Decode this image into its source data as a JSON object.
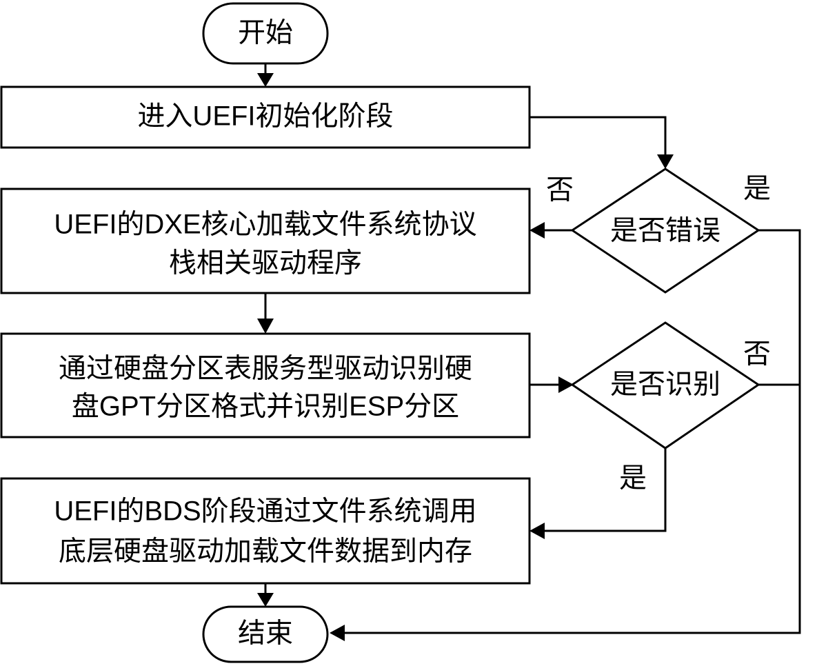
{
  "nodes": {
    "start": {
      "label": "开始"
    },
    "uefi_init": {
      "label": "进入UEFI初始化阶段"
    },
    "dxe_load": {
      "lines": [
        "UEFI的DXE核心加载文件系统协议",
        "栈相关驱动程序"
      ]
    },
    "gpt_identify": {
      "lines": [
        "通过硬盘分区表服务型驱动识别硬",
        "盘GPT分区格式并识别ESP分区"
      ]
    },
    "bds_load": {
      "lines": [
        "UEFI的BDS阶段通过文件系统调用",
        "底层硬盘驱动加载文件数据到内存"
      ]
    },
    "end": {
      "label": "结束"
    },
    "decision_error": {
      "label": "是否错误"
    },
    "decision_identify": {
      "label": "是否识别"
    }
  },
  "edge_labels": {
    "error_no": "否",
    "error_yes": "是",
    "identify_no": "否",
    "identify_yes": "是"
  }
}
